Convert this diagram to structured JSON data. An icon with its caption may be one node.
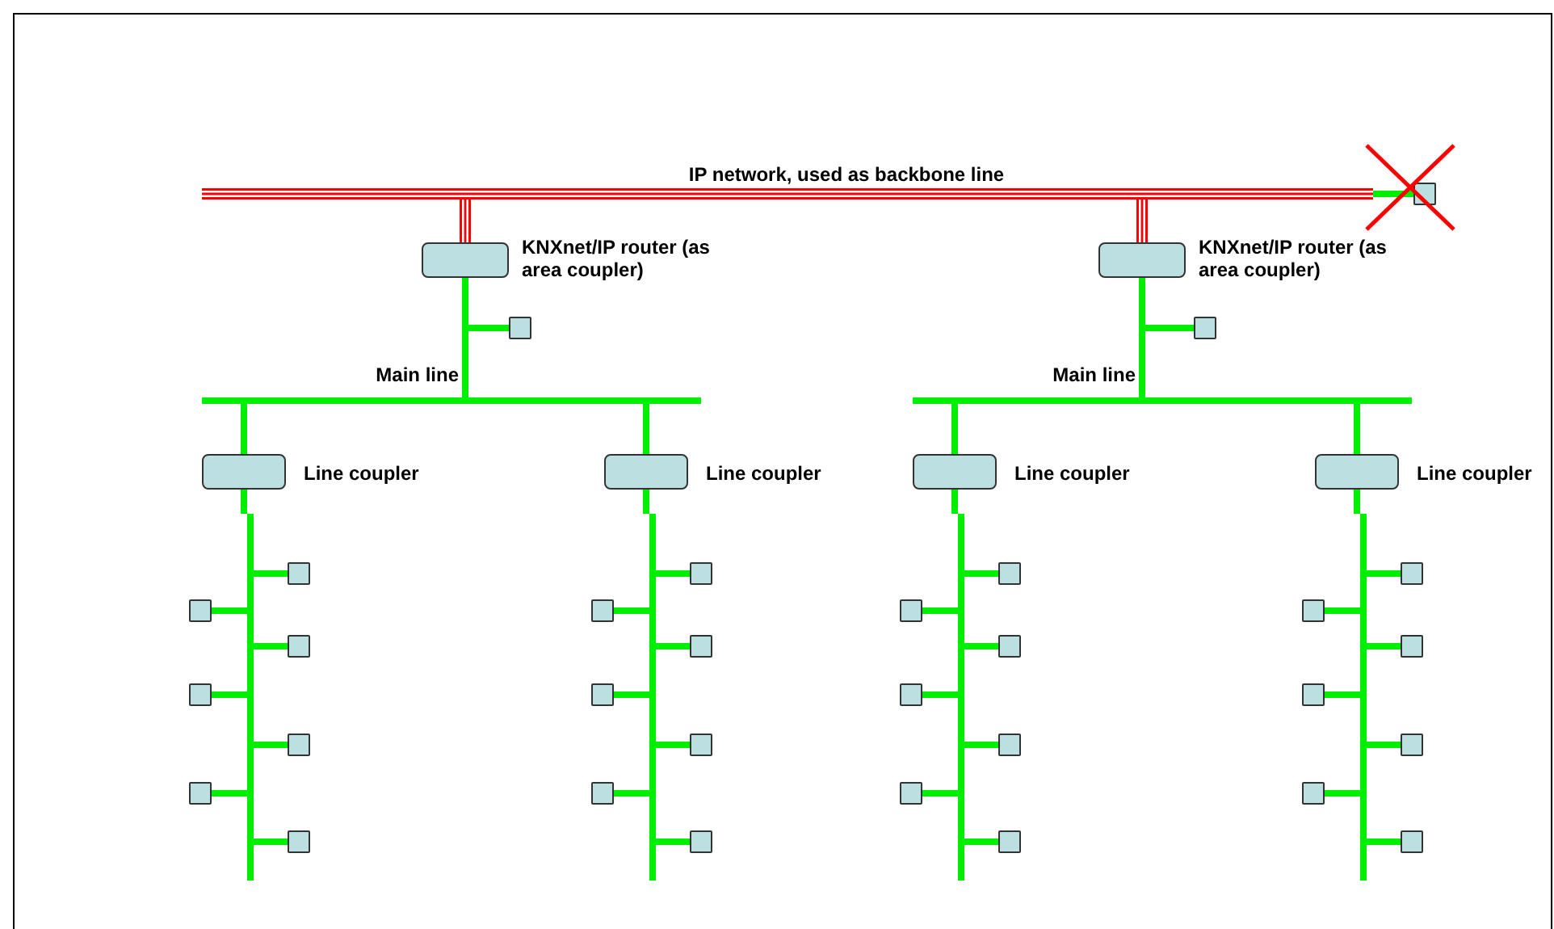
{
  "diagram": {
    "nodes": [
      {
        "text": [
          "IP network, used as backbone line"
        ]
      },
      {
        "text": [
          "KNXnet/IP router (as area coupler)"
        ]
      },
      {
        "text": [],
        "shape": "box"
      },
      {
        "text": [
          "Main line"
        ]
      },
      {
        "text": [
          "Line coupler"
        ]
      },
      {
        "text": [],
        "shape": "bar"
      },
      {
        "text": [],
        "shape": "box"
      },
      {
        "text": [],
        "shape": "box"
      },
      {
        "text": [],
        "shape": "box"
      },
      {
        "text": [],
        "shape": "box"
      },
      {
        "text": [],
        "shape": "box"
      },
      {
        "text": [],
        "shape": "box"
      },
      {
        "text": [],
        "shape": "box"
      },
      {
        "text": [
          "Line coupler"
        ]
      },
      {
        "text": [],
        "shape": "bar"
      },
      {
        "text": [],
        "shape": "box"
      },
      {
        "text": [],
        "shape": "box"
      },
      {
        "text": [],
        "shape": "box"
      },
      {
        "text": [],
        "shape": "box"
      },
      {
        "text": [],
        "shape": "box"
      },
      {
        "text": [],
        "shape": "box"
      },
      {
        "text": [],
        "shape": "box"
      },
      {
        "text": [
          "KNXnet/IP router (as area coupler)"
        ]
      },
      {
        "text": [],
        "shape": "box"
      },
      {
        "text": [
          "Main line"
        ]
      },
      {
        "text": [
          "Line coupler"
        ]
      },
      {
        "text": [],
        "shape": "bar"
      },
      {
        "text": [],
        "shape": "box"
      },
      {
        "text": [],
        "shape": "box"
      },
      {
        "text": [],
        "shape": "box"
      },
      {
        "text": [],
        "shape": "box"
      },
      {
        "text": [],
        "shape": "box"
      },
      {
        "text": [],
        "shape": "box"
      },
      {
        "text": [],
        "shape": "box"
      },
      {
        "text": [
          "Line coupler"
        ]
      },
      {
        "text": [],
        "shape": "bar"
      },
      {
        "text": [],
        "shape": "box"
      },
      {
        "text": [],
        "shape": "box"
      },
      {
        "text": [],
        "shape": "box"
      },
      {
        "text": [],
        "shape": "box"
      },
      {
        "text": [],
        "shape": "box"
      },
      {
        "text": [],
        "shape": "box"
      },
      {
        "text": [],
        "shape": "box"
      },
      {
        "text": [],
        "shape": "box"
      }
    ],
    "edges": [
      {
        "from": 1,
        "to": 0,
        "arrow": "none",
        "color": "#ff0000"
      },
      {
        "from": 1,
        "to": 3,
        "arrow": "none"
      },
      {
        "from": 2,
        "to": 3,
        "arrow": "none"
      },
      {
        "from": 3,
        "to": 4,
        "arrow": "none"
      },
      {
        "from": 4,
        "to": 5,
        "arrow": "none"
      },
      {
        "from": 6,
        "to": 5,
        "arrow": "none"
      },
      {
        "from": 7,
        "to": 5,
        "arrow": "none"
      },
      {
        "from": 8,
        "to": 5,
        "arrow": "none"
      },
      {
        "from": 9,
        "to": 5,
        "arrow": "none"
      },
      {
        "from": 10,
        "to": 5,
        "arrow": "none"
      },
      {
        "from": 11,
        "to": 5,
        "arrow": "none"
      },
      {
        "from": 12,
        "to": 5,
        "arrow": "none"
      },
      {
        "from": 3,
        "to": 13,
        "arrow": "none"
      },
      {
        "from": 13,
        "to": 14,
        "arrow": "none"
      },
      {
        "from": 15,
        "to": 14,
        "arrow": "none"
      },
      {
        "from": 16,
        "to": 14,
        "arrow": "none"
      },
      {
        "from": 17,
        "to": 14,
        "arrow": "none"
      },
      {
        "from": 18,
        "to": 14,
        "arrow": "none"
      },
      {
        "from": 19,
        "to": 14,
        "arrow": "none"
      },
      {
        "from": 20,
        "to": 14,
        "arrow": "none"
      },
      {
        "from": 21,
        "to": 14,
        "arrow": "none"
      },
      {
        "from": 22,
        "to": 0,
        "arrow": "none",
        "color": "#ff0000"
      },
      {
        "from": 22,
        "to": 24,
        "arrow": "none"
      },
      {
        "from": 23,
        "to": 24,
        "arrow": "none"
      },
      {
        "from": 24,
        "to": 25,
        "arrow": "none"
      },
      {
        "from": 25,
        "to": 26,
        "arrow": "none"
      },
      {
        "from": 27,
        "to": 26,
        "arrow": "none"
      },
      {
        "from": 28,
        "to": 26,
        "arrow": "none"
      },
      {
        "from": 29,
        "to": 26,
        "arrow": "none"
      },
      {
        "from": 30,
        "to": 26,
        "arrow": "none"
      },
      {
        "from": 31,
        "to": 26,
        "arrow": "none"
      },
      {
        "from": 32,
        "to": 26,
        "arrow": "none"
      },
      {
        "from": 33,
        "to": 26,
        "arrow": "none"
      },
      {
        "from": 24,
        "to": 34,
        "arrow": "none"
      },
      {
        "from": 34,
        "to": 35,
        "arrow": "none"
      },
      {
        "from": 36,
        "to": 35,
        "arrow": "none"
      },
      {
        "from": 37,
        "to": 35,
        "arrow": "none"
      },
      {
        "from": 38,
        "to": 35,
        "arrow": "none"
      },
      {
        "from": 39,
        "to": 35,
        "arrow": "none"
      },
      {
        "from": 40,
        "to": 35,
        "arrow": "none"
      },
      {
        "from": 41,
        "to": 35,
        "arrow": "none"
      },
      {
        "from": 42,
        "to": 35,
        "arrow": "none"
      },
      {
        "from": 43,
        "to": 0,
        "arrow": "none"
      }
    ]
  }
}
